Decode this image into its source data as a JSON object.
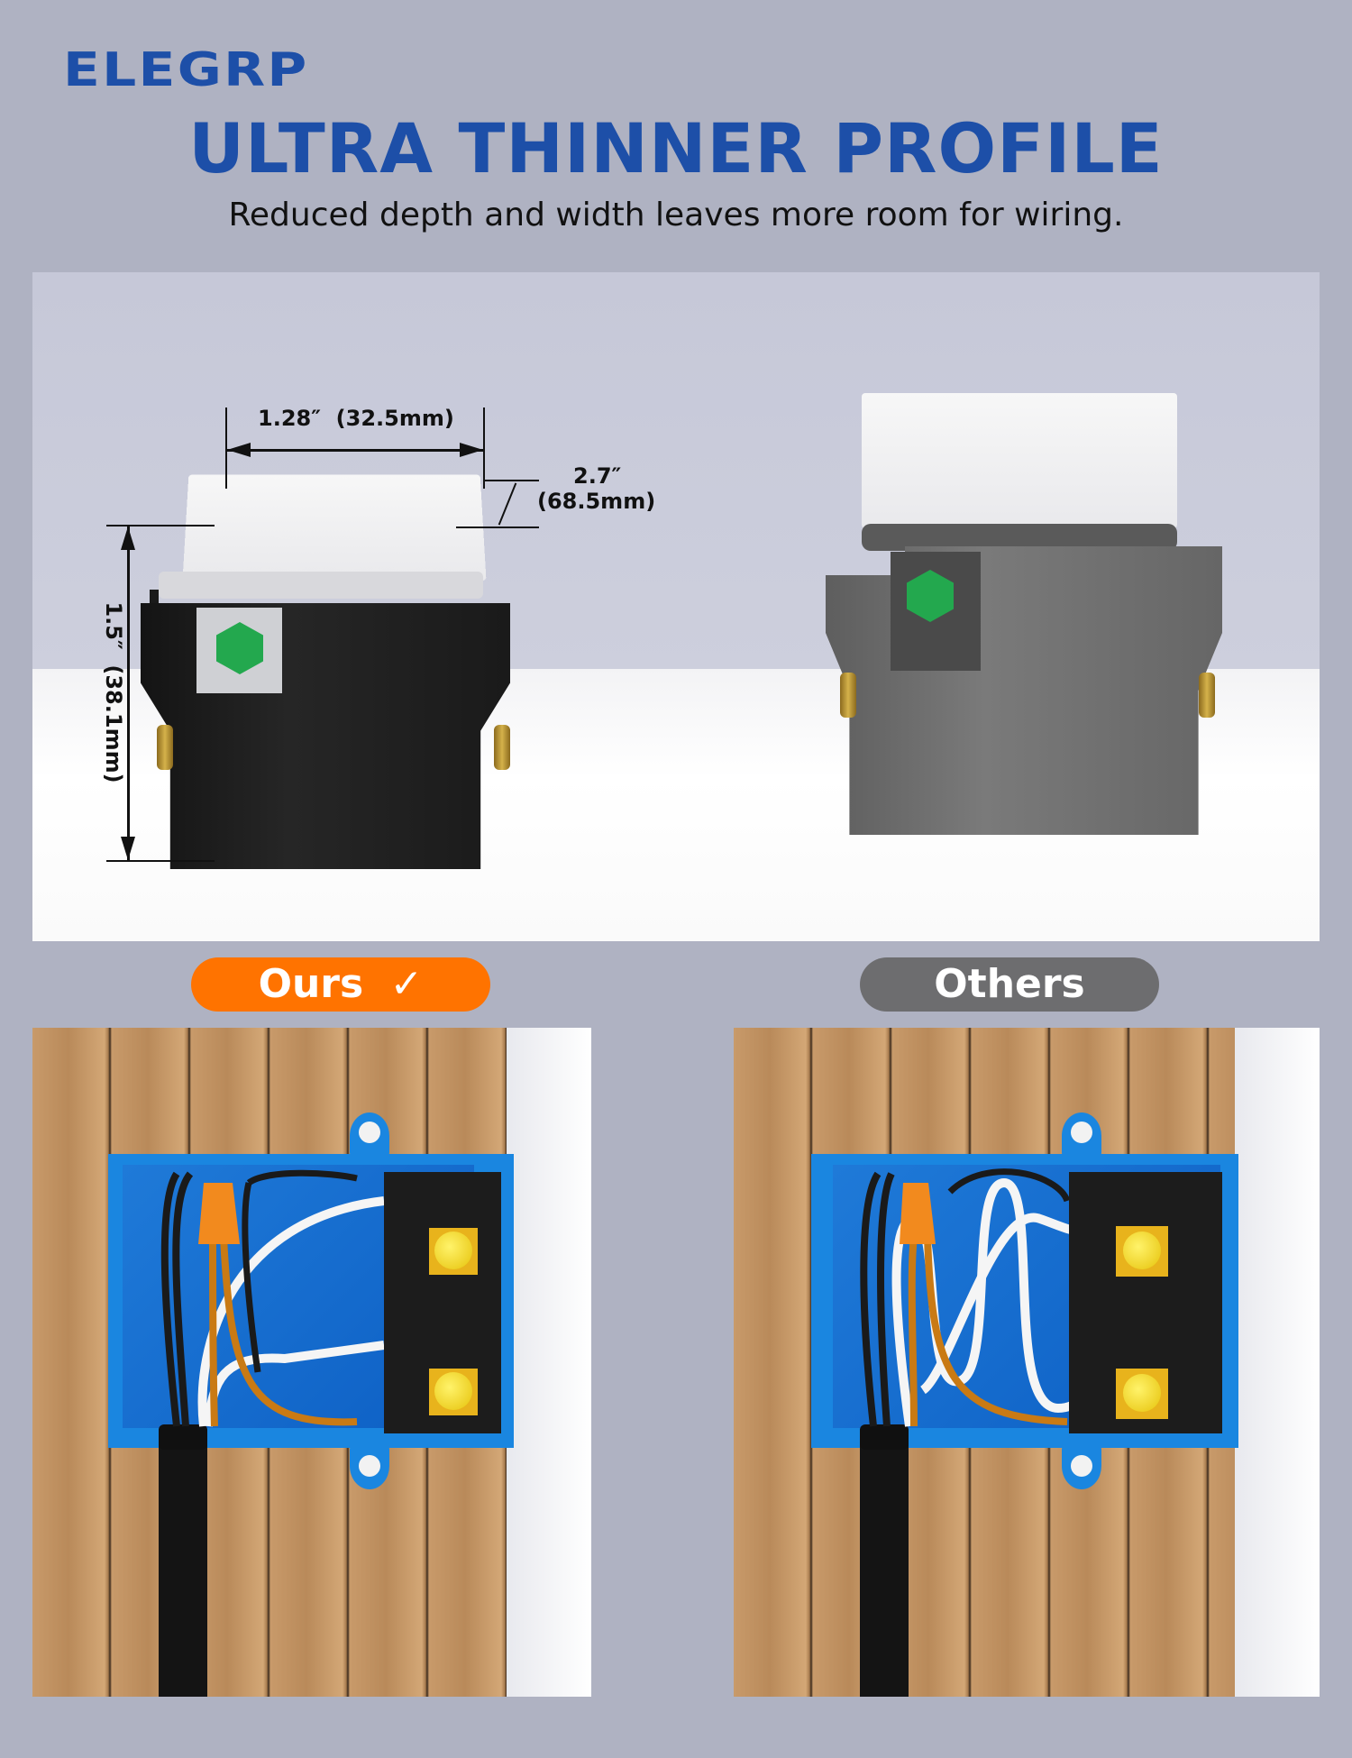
{
  "brand": {
    "logo": "ELEGRP",
    "color": "#1d4fa8"
  },
  "header": {
    "title": "ULTRA THINNER PROFILE",
    "subtitle": "Reduced depth and width leaves more room for wiring."
  },
  "product_comparison": {
    "dimensions": {
      "width": "1.28″  (32.5mm)",
      "depth_line1": "2.7″",
      "depth_line2": "(68.5mm)",
      "height": "1.5″  (38.1mm)"
    },
    "left_product": {
      "body_color": "#1a1a1a",
      "label": "Ours"
    },
    "right_product": {
      "body_color": "#707070",
      "label": "Others"
    }
  },
  "labels": {
    "ours": {
      "text": "Ours",
      "icon": "checkmark-icon",
      "glyph": "✓",
      "color": "#ff7300"
    },
    "others": {
      "text": "Others",
      "color": "#6d6d6f"
    }
  },
  "scenes": {
    "left": {
      "description": "Thin receptacle in blue electrical box with tidy wiring"
    },
    "right": {
      "description": "Bulky receptacle in blue electrical box with crowded wiring"
    }
  },
  "colors": {
    "background": "#afb2c2",
    "electrical_box": "#1a86e0",
    "wire_nut": "#f28a1e"
  }
}
